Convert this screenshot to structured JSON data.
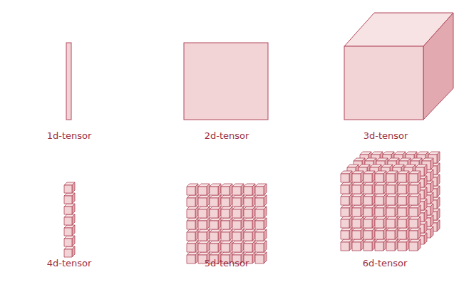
{
  "diagram": {
    "labels": [
      "1d-tensor",
      "2d-tensor",
      "3d-tensor",
      "4d-tensor",
      "5d-tensor",
      "6d-tensor"
    ]
  }
}
